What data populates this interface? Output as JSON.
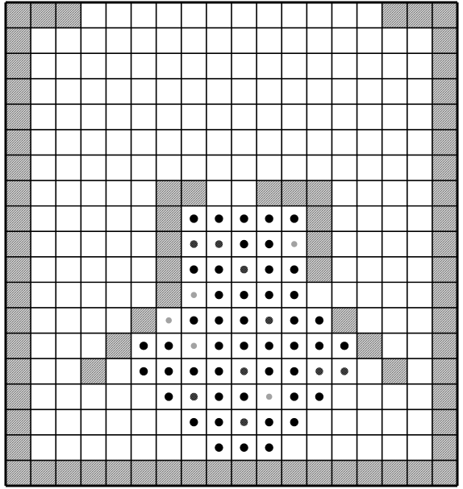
{
  "grid": {
    "cols": 18,
    "rows": 19,
    "colors": {
      "line": "#000000",
      "empty": "#ffffff",
      "shaded": "#b5b5b5",
      "dot": "#000000",
      "dot_light": "#555555"
    },
    "shaded_cells": [
      [
        0,
        0
      ],
      [
        0,
        1
      ],
      [
        0,
        2
      ],
      [
        0,
        15
      ],
      [
        0,
        16
      ],
      [
        0,
        17
      ],
      [
        1,
        0
      ],
      [
        1,
        17
      ],
      [
        2,
        0
      ],
      [
        2,
        17
      ],
      [
        3,
        0
      ],
      [
        3,
        17
      ],
      [
        4,
        0
      ],
      [
        4,
        17
      ],
      [
        5,
        0
      ],
      [
        5,
        17
      ],
      [
        6,
        0
      ],
      [
        6,
        17
      ],
      [
        7,
        0
      ],
      [
        7,
        6
      ],
      [
        7,
        7
      ],
      [
        7,
        10
      ],
      [
        7,
        11
      ],
      [
        7,
        12
      ],
      [
        7,
        17
      ],
      [
        8,
        0
      ],
      [
        8,
        6
      ],
      [
        8,
        12
      ],
      [
        8,
        17
      ],
      [
        9,
        0
      ],
      [
        9,
        6
      ],
      [
        9,
        12
      ],
      [
        9,
        17
      ],
      [
        10,
        0
      ],
      [
        10,
        6
      ],
      [
        10,
        12
      ],
      [
        10,
        17
      ],
      [
        11,
        0
      ],
      [
        11,
        6
      ],
      [
        11,
        17
      ],
      [
        12,
        0
      ],
      [
        12,
        5
      ],
      [
        12,
        13
      ],
      [
        12,
        17
      ],
      [
        13,
        0
      ],
      [
        13,
        4
      ],
      [
        13,
        14
      ],
      [
        13,
        17
      ],
      [
        14,
        0
      ],
      [
        14,
        3
      ],
      [
        14,
        15
      ],
      [
        14,
        17
      ],
      [
        15,
        0
      ],
      [
        15,
        17
      ],
      [
        16,
        0
      ],
      [
        16,
        17
      ],
      [
        17,
        0
      ],
      [
        17,
        17
      ],
      [
        18,
        0
      ],
      [
        18,
        1
      ],
      [
        18,
        2
      ],
      [
        18,
        3
      ],
      [
        18,
        4
      ],
      [
        18,
        5
      ],
      [
        18,
        6
      ],
      [
        18,
        7
      ],
      [
        18,
        8
      ],
      [
        18,
        9
      ],
      [
        18,
        10
      ],
      [
        18,
        11
      ],
      [
        18,
        12
      ],
      [
        18,
        13
      ],
      [
        18,
        14
      ],
      [
        18,
        15
      ],
      [
        18,
        16
      ],
      [
        18,
        17
      ]
    ],
    "dots": [
      {
        "r": 8,
        "c": 7,
        "k": "f"
      },
      {
        "r": 8,
        "c": 8,
        "k": "f"
      },
      {
        "r": 8,
        "c": 9,
        "k": "f"
      },
      {
        "r": 8,
        "c": 10,
        "k": "f"
      },
      {
        "r": 8,
        "c": 11,
        "k": "f"
      },
      {
        "r": 9,
        "c": 7,
        "k": "p"
      },
      {
        "r": 9,
        "c": 8,
        "k": "p"
      },
      {
        "r": 9,
        "c": 9,
        "k": "f"
      },
      {
        "r": 9,
        "c": 10,
        "k": "f"
      },
      {
        "r": 9,
        "c": 11,
        "k": "l"
      },
      {
        "r": 10,
        "c": 7,
        "k": "f"
      },
      {
        "r": 10,
        "c": 8,
        "k": "f"
      },
      {
        "r": 10,
        "c": 9,
        "k": "p"
      },
      {
        "r": 10,
        "c": 10,
        "k": "f"
      },
      {
        "r": 10,
        "c": 11,
        "k": "f"
      },
      {
        "r": 11,
        "c": 7,
        "k": "l"
      },
      {
        "r": 11,
        "c": 8,
        "k": "f"
      },
      {
        "r": 11,
        "c": 9,
        "k": "f"
      },
      {
        "r": 11,
        "c": 10,
        "k": "f"
      },
      {
        "r": 11,
        "c": 11,
        "k": "f"
      },
      {
        "r": 12,
        "c": 6,
        "k": "l"
      },
      {
        "r": 12,
        "c": 7,
        "k": "f"
      },
      {
        "r": 12,
        "c": 8,
        "k": "f"
      },
      {
        "r": 12,
        "c": 9,
        "k": "f"
      },
      {
        "r": 12,
        "c": 10,
        "k": "p"
      },
      {
        "r": 12,
        "c": 11,
        "k": "f"
      },
      {
        "r": 12,
        "c": 12,
        "k": "f"
      },
      {
        "r": 13,
        "c": 5,
        "k": "f"
      },
      {
        "r": 13,
        "c": 6,
        "k": "f"
      },
      {
        "r": 13,
        "c": 7,
        "k": "l"
      },
      {
        "r": 13,
        "c": 8,
        "k": "f"
      },
      {
        "r": 13,
        "c": 9,
        "k": "f"
      },
      {
        "r": 13,
        "c": 10,
        "k": "f"
      },
      {
        "r": 13,
        "c": 11,
        "k": "f"
      },
      {
        "r": 13,
        "c": 12,
        "k": "f"
      },
      {
        "r": 13,
        "c": 13,
        "k": "f"
      },
      {
        "r": 14,
        "c": 5,
        "k": "f"
      },
      {
        "r": 14,
        "c": 6,
        "k": "f"
      },
      {
        "r": 14,
        "c": 7,
        "k": "f"
      },
      {
        "r": 14,
        "c": 8,
        "k": "f"
      },
      {
        "r": 14,
        "c": 9,
        "k": "p"
      },
      {
        "r": 14,
        "c": 10,
        "k": "f"
      },
      {
        "r": 14,
        "c": 11,
        "k": "f"
      },
      {
        "r": 14,
        "c": 12,
        "k": "p"
      },
      {
        "r": 14,
        "c": 13,
        "k": "p"
      },
      {
        "r": 15,
        "c": 6,
        "k": "f"
      },
      {
        "r": 15,
        "c": 7,
        "k": "p"
      },
      {
        "r": 15,
        "c": 8,
        "k": "f"
      },
      {
        "r": 15,
        "c": 9,
        "k": "f"
      },
      {
        "r": 15,
        "c": 10,
        "k": "l"
      },
      {
        "r": 15,
        "c": 11,
        "k": "f"
      },
      {
        "r": 15,
        "c": 12,
        "k": "f"
      },
      {
        "r": 16,
        "c": 7,
        "k": "f"
      },
      {
        "r": 16,
        "c": 8,
        "k": "f"
      },
      {
        "r": 16,
        "c": 9,
        "k": "p"
      },
      {
        "r": 16,
        "c": 10,
        "k": "f"
      },
      {
        "r": 16,
        "c": 11,
        "k": "f"
      },
      {
        "r": 17,
        "c": 8,
        "k": "f"
      },
      {
        "r": 17,
        "c": 9,
        "k": "f"
      },
      {
        "r": 17,
        "c": 10,
        "k": "f"
      }
    ]
  }
}
